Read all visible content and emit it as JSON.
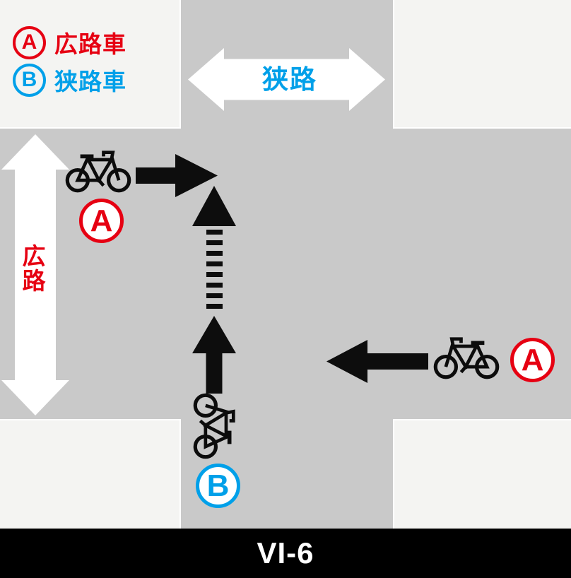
{
  "legend": {
    "items": [
      {
        "badge": "A",
        "label": "広路車"
      },
      {
        "badge": "B",
        "label": "狭路車"
      }
    ]
  },
  "roads": {
    "narrow_label": "狭路",
    "wide_label": "広路"
  },
  "markers": {
    "wide_vehicle_top": "A",
    "wide_vehicle_right": "A",
    "narrow_vehicle_bottom": "B"
  },
  "footer": {
    "label": "VI-6"
  },
  "colors": {
    "wide_road_red": "#e60012",
    "narrow_road_blue": "#00a0e9",
    "road_surface": "#c9c9c9",
    "corner_background": "#f4f4f2",
    "arrow_black": "#0d0d0d",
    "footer_bar": "#000000"
  }
}
